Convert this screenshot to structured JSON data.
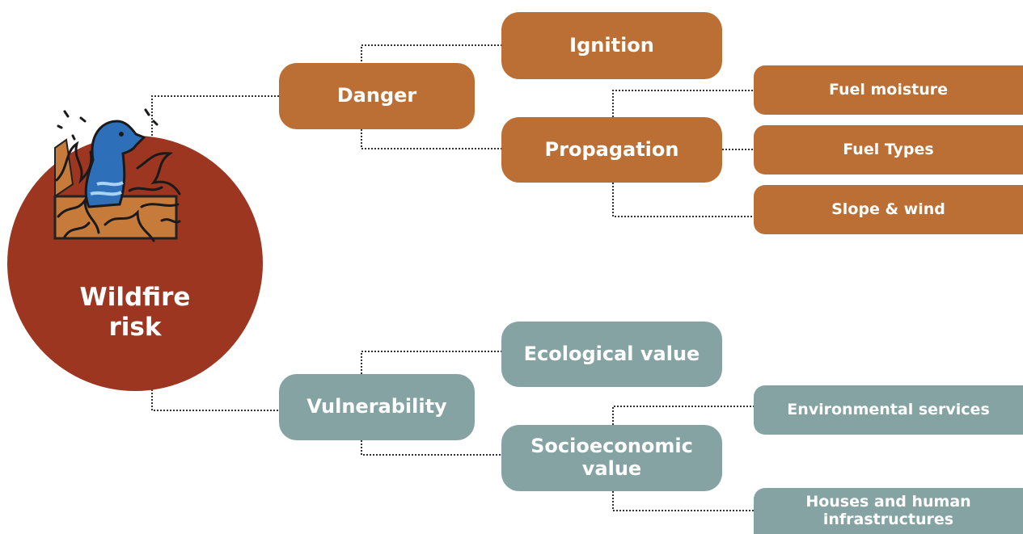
{
  "root": {
    "label_line1": "Wildfire",
    "label_line2": "risk",
    "icon": "burning-animal-icon"
  },
  "danger": {
    "label": "Danger",
    "children": {
      "ignition": "Ignition",
      "propagation": {
        "label": "Propagation",
        "factors": [
          "Fuel moisture",
          "Fuel Types",
          "Slope & wind"
        ]
      }
    }
  },
  "vulnerability": {
    "label": "Vulnerability",
    "children": {
      "ecological": "Ecological value",
      "socioeconomic": {
        "label": "Socioeconomic value",
        "factors": [
          "Environmental services",
          "Houses and human infrastructures"
        ]
      }
    }
  },
  "colors": {
    "danger": "#bb6f35",
    "vulnerability": "#86a3a3",
    "root": "#9c3621",
    "icon_blue": "#2d6fb8"
  }
}
